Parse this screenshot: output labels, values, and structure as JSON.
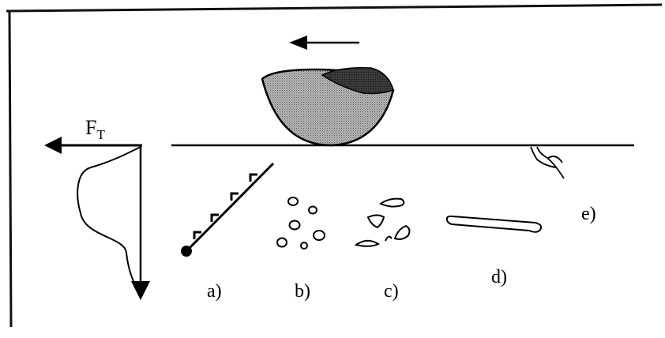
{
  "force_label": {
    "main": "F",
    "sub": "T"
  },
  "defect_labels": {
    "a": "a)",
    "b": "b)",
    "c": "c)",
    "d": "d)",
    "e": "e)"
  }
}
